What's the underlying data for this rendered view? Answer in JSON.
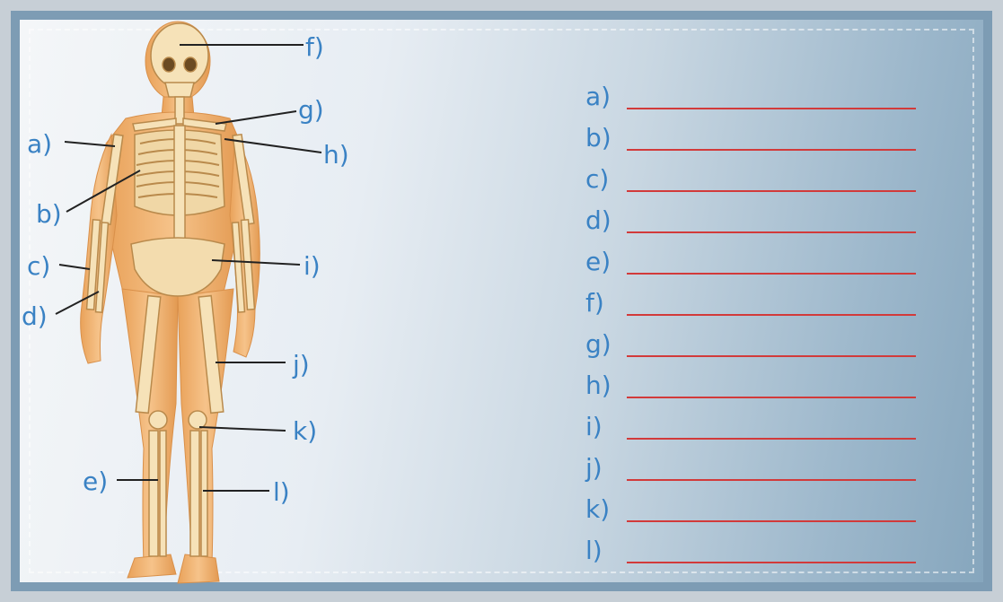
{
  "labels": {
    "f": "f)",
    "g": "g)",
    "a": "a)",
    "h": "h)",
    "b": "b)",
    "c": "c)",
    "i": "i)",
    "d": "d)",
    "j": "j)",
    "k": "k)",
    "e": "e)",
    "l": "l)"
  },
  "answer_rows": [
    "a)",
    "b)",
    "c)",
    "d)",
    "e)",
    "f)",
    "g)",
    "h)",
    "i)",
    "j)",
    "k)",
    "l)"
  ],
  "colors": {
    "label_blue": "#3a82c4",
    "answer_line": "#d23a3a",
    "bone": "#f2d9a4",
    "body": "#f0b070"
  }
}
